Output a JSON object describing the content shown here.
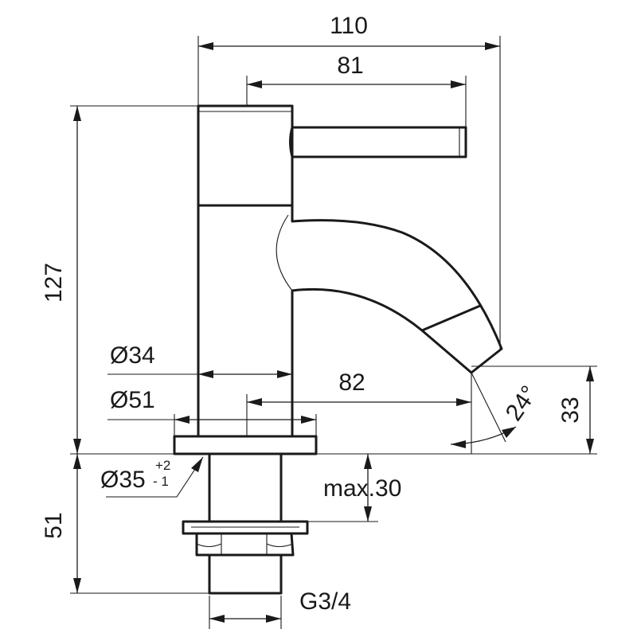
{
  "dimensions": {
    "overall_width": "110",
    "handle_reach": "81",
    "overall_height": "127",
    "tail_length": "51",
    "body_diameter": "Ø34",
    "flange_diameter": "Ø51",
    "hole_diameter": "Ø35",
    "hole_tol_plus": "+2",
    "hole_tol_minus": "- 1",
    "spout_reach": "82",
    "spout_angle": "24°",
    "spout_height": "33",
    "max_deck_thickness": "max.30",
    "thread": "G3/4"
  },
  "colors": {
    "ink": "#1a1a1a",
    "background": "#ffffff"
  }
}
